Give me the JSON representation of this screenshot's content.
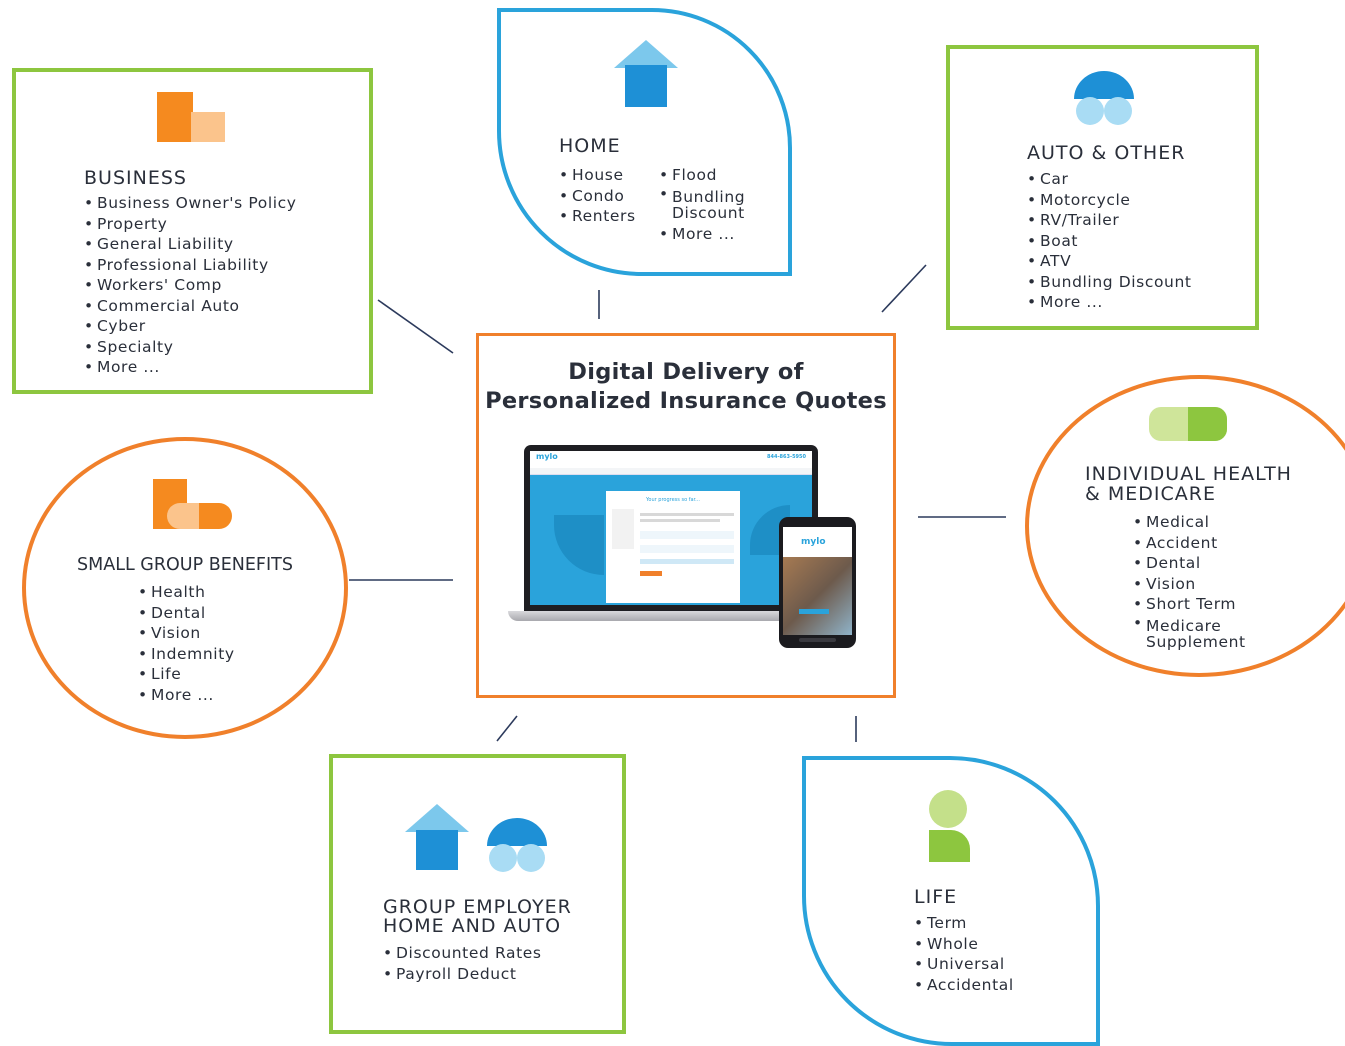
{
  "center": {
    "title_line1": "Digital Delivery of",
    "title_line2": "Personalized Insurance Quotes",
    "laptop": {
      "brand": "mylo",
      "phone_number": "844-863-5950",
      "heading": "Your progress so far..."
    },
    "phone": {
      "brand": "mylo"
    }
  },
  "business": {
    "title": "BUSINESS",
    "items": [
      "Business Owner's Policy",
      "Property",
      "General Liability",
      "Professional Liability",
      "Workers' Comp",
      "Commercial Auto",
      "Cyber",
      "Specialty",
      "More ..."
    ]
  },
  "home": {
    "title": "HOME",
    "items_col1": [
      "House",
      "Condo",
      "Renters"
    ],
    "items_col2": [
      "Flood",
      "Bundling Discount",
      "More ..."
    ]
  },
  "auto": {
    "title": "AUTO & OTHER",
    "items": [
      "Car",
      "Motorcycle",
      "RV/Trailer",
      "Boat",
      "ATV",
      "Bundling Discount",
      "More ..."
    ]
  },
  "small_group": {
    "title": "SMALL GROUP BENEFITS",
    "items": [
      "Health",
      "Dental",
      "Vision",
      "Indemnity",
      "Life",
      "More ..."
    ]
  },
  "health": {
    "title_line1": "INDIVIDUAL HEALTH",
    "title_line2": "& MEDICARE",
    "items": [
      "Medical",
      "Accident",
      "Dental",
      "Vision",
      "Short Term",
      "Medicare Supplement"
    ]
  },
  "group_employer": {
    "title_line1": "GROUP EMPLOYER",
    "title_line2": "HOME AND AUTO",
    "items": [
      "Discounted Rates",
      "Payroll Deduct"
    ]
  },
  "life": {
    "title": "LIFE",
    "items": [
      "Term",
      "Whole",
      "Universal",
      "Accidental"
    ]
  },
  "colors": {
    "green": "#8dc63f",
    "orange": "#f0802b",
    "blue": "#2aa3db",
    "light_blue": "#7cc8ec",
    "connector": "#2c3a5c"
  },
  "icons": [
    "home-icon",
    "auto-icon",
    "business-icon",
    "small-group-icon",
    "health-icon",
    "group-employer-home-icon",
    "group-employer-auto-icon",
    "life-icon"
  ]
}
